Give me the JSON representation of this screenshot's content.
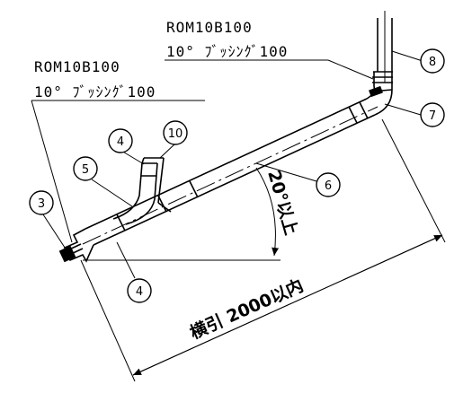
{
  "labels": {
    "left_code": "ROM10B100",
    "left_spec": "10° ﾌﾞｯｼﾝｸﾞ100",
    "right_code": "ROM10B100",
    "right_spec": "10° ﾌﾞｯｼﾝｸﾞ100"
  },
  "angle_text": "20°以上",
  "length_text": "横引 2000以内",
  "callouts": [
    "3",
    "4",
    "4",
    "5",
    "6",
    "7",
    "8",
    "10"
  ]
}
